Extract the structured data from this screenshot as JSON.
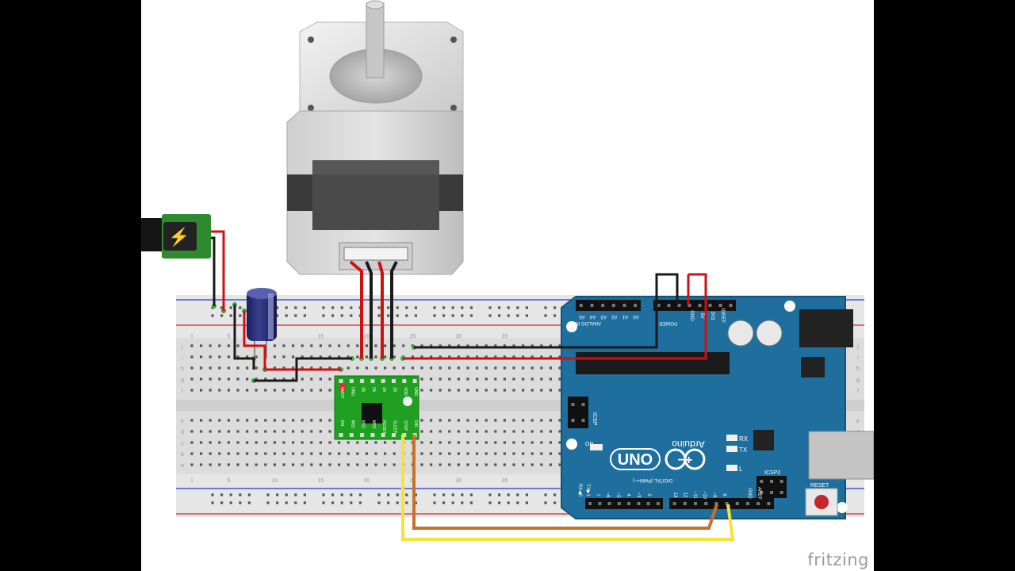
{
  "watermark": "fritzing",
  "arduino": {
    "brand": "Arduino",
    "model": "UNO",
    "logo_symbol": "−+",
    "labels": {
      "icsp": "ICSP",
      "icsp2": "ICSP2",
      "reset": "RESET",
      "tx": "TX",
      "rx": "RX",
      "l": "L",
      "on": "ON",
      "aref": "AREF",
      "gnd": "GND",
      "digital": "DIGITAL (PWM=~)",
      "analog_in": "ANALOG IN",
      "power": "POWER",
      "ioref": "IOREF",
      "pin5v": "5V",
      "pin3v3": "3V3",
      "rx0": "RX◀0",
      "tx1": "TX▶1"
    },
    "analog_pins": [
      "A5",
      "A4",
      "A3",
      "A2",
      "A1",
      "A0"
    ],
    "digital_pins_low": [
      "2",
      "~3",
      "4",
      "~5",
      "~6",
      "7"
    ],
    "digital_pins_high": [
      "8",
      "~9",
      "~10",
      "~11",
      "12",
      "13"
    ]
  },
  "driver": {
    "top_pins": [
      "VMOT",
      "GND",
      "2B",
      "2A",
      "1A",
      "1B",
      "VDD",
      "GND"
    ],
    "bottom_pins": [
      "EN",
      "MS1",
      "MS2",
      "MS3",
      "RESET",
      "SLEEP",
      "STEP",
      "DIR"
    ]
  },
  "breadboard": {
    "column_numbers": [
      "1",
      "5",
      "10",
      "15",
      "20",
      "25",
      "30",
      "35"
    ],
    "row_letters_top": [
      "j",
      "i",
      "h",
      "g",
      "f"
    ],
    "row_letters_bottom": [
      "e",
      "d",
      "c",
      "b",
      "a"
    ]
  },
  "power_jack": {
    "symbol": "⚡"
  },
  "wire_colors": {
    "red": "#d01010",
    "black": "#1a1a1a",
    "yellow": "#f5e23a",
    "orange": "#c8702a"
  }
}
